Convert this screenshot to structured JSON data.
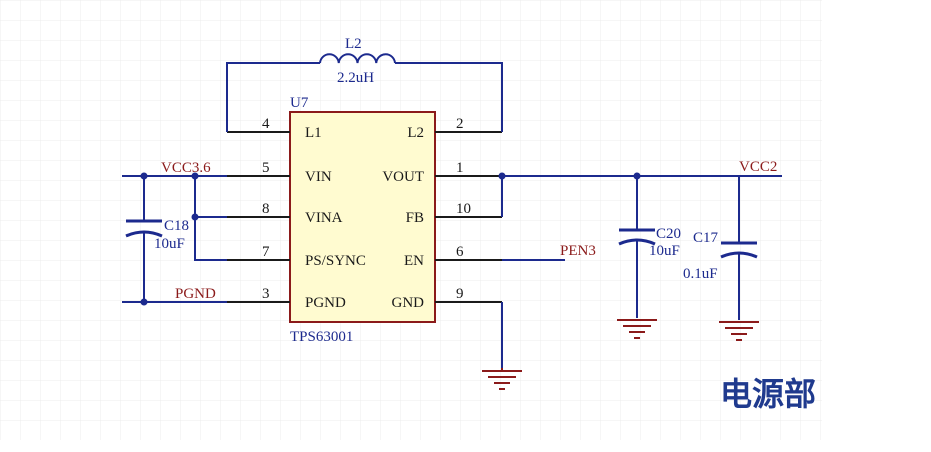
{
  "schematic": {
    "ic": {
      "designator": "U7",
      "part": "TPS63001",
      "pins_left": [
        {
          "num": "4",
          "name": "L1"
        },
        {
          "num": "5",
          "name": "VIN"
        },
        {
          "num": "8",
          "name": "VINA"
        },
        {
          "num": "7",
          "name": "PS/SYNC"
        },
        {
          "num": "3",
          "name": "PGND"
        }
      ],
      "pins_right": [
        {
          "num": "2",
          "name": "L2"
        },
        {
          "num": "1",
          "name": "VOUT"
        },
        {
          "num": "10",
          "name": "FB"
        },
        {
          "num": "6",
          "name": "EN"
        },
        {
          "num": "9",
          "name": "GND"
        }
      ]
    },
    "inductor": {
      "designator": "L2",
      "value": "2.2uH"
    },
    "caps": [
      {
        "designator": "C18",
        "value": "10uF"
      },
      {
        "designator": "C20",
        "value": "10uF"
      },
      {
        "designator": "C17",
        "value": "0.1uF"
      }
    ],
    "nets": {
      "vin": "VCC3.6",
      "pgnd": "PGND",
      "en": "PEN3",
      "vout": "VCC2"
    },
    "section_title": "电源部"
  },
  "colors": {
    "wire": "#1c2a8e",
    "net_label": "#8b1a1a",
    "ic_fill": "#fffbd0",
    "ic_border": "#8b1a1a",
    "grid": "#ececec"
  }
}
